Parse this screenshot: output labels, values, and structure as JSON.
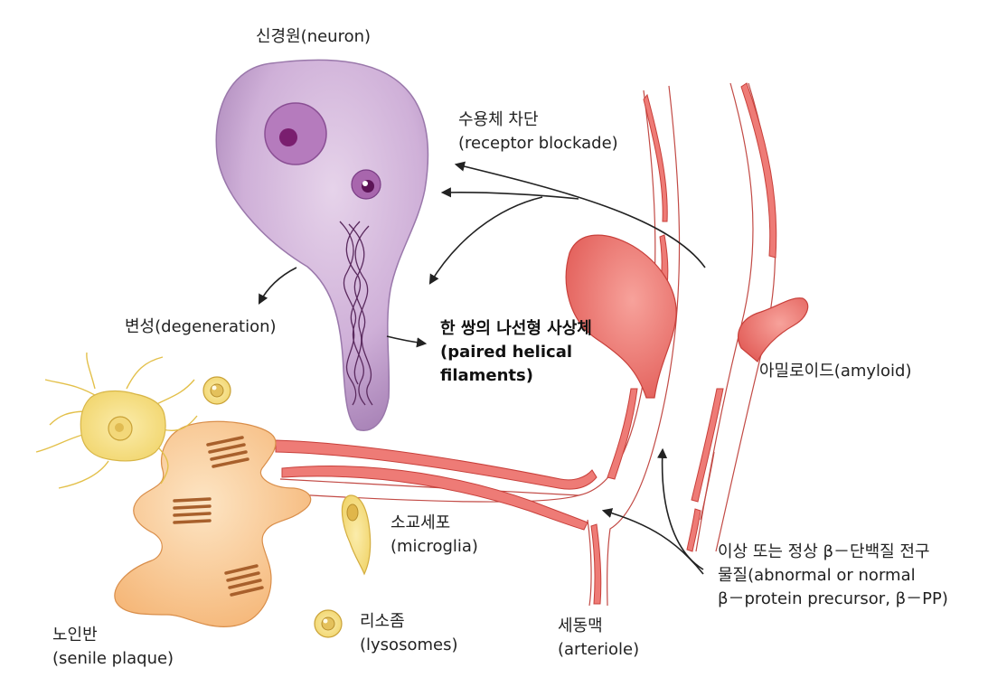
{
  "labels": {
    "neuron": "신경원(neuron)",
    "receptor_ko": "수용체 차단",
    "receptor_en": "(receptor blockade)",
    "degeneration": "변성(degeneration)",
    "phf_ko": "한 쌍의 나선형 사상체",
    "phf_en1": "(paired helical",
    "phf_en2": "filaments)",
    "amyloid": "아밀로이드(amyloid)",
    "microglia_ko": "소교세포",
    "microglia_en": "(microglia)",
    "precursor_1": "이상 또는 정상 β－단백질 전구",
    "precursor_2": "물질(abnormal or normal",
    "precursor_3": "β－protein precursor, β－PP)",
    "senile_ko": "노인반",
    "senile_en": "(senile plaque)",
    "lysosome_ko": "리소좀",
    "lysosome_en": "(lysosomes)",
    "arteriole_ko": "세동맥",
    "arteriole_en": "(arteriole)"
  },
  "colors": {
    "neuron_fill": "#c9a8d2",
    "neuron_stroke": "#8e6aa0",
    "nucleus": "#a866ad",
    "vessel_fill": "#ee7b76",
    "vessel_stroke": "#c8403b",
    "plaque_fill": "#f8c48a",
    "plaque_stripes": "#a8602c",
    "glia_fill": "#f6e08a",
    "arrow": "#222222"
  }
}
